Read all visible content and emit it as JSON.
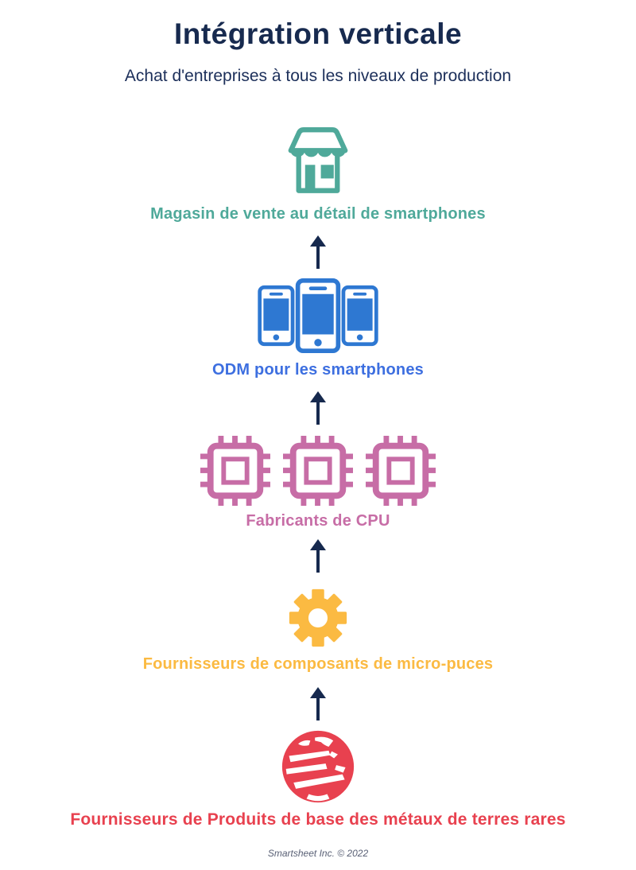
{
  "title": {
    "text": "Intégration verticale",
    "color": "#172A4F"
  },
  "subtitle": {
    "text": "Achat d'entreprises à tous les niveaux de production",
    "color": "#1C2F5A"
  },
  "arrow": {
    "direction": "up",
    "color": "#16294E"
  },
  "levels": [
    {
      "name": "retail-store",
      "icon": "storefront-icon",
      "label": "Magasin de vente au détail de smartphones",
      "label_color": "#4FA99A",
      "icon_color": "#4FA99A"
    },
    {
      "name": "odm",
      "icon": "smartphones-icon",
      "label": "ODM pour les smartphones",
      "label_color": "#3D6FE0",
      "icon_color": "#2E78D2"
    },
    {
      "name": "cpu-manufacturers",
      "icon": "cpu-chip-icon",
      "label": "Fabricants de CPU",
      "label_color": "#C76DA6",
      "icon_color": "#C76DA6"
    },
    {
      "name": "microchip-components",
      "icon": "gear-icon",
      "label": "Fournisseurs de composants de micro-puces",
      "label_color": "#FBBA42",
      "icon_color": "#FBBA42"
    },
    {
      "name": "rare-earth-metals",
      "icon": "globe-icon",
      "label": "Fournisseurs de Produits de base des métaux de terres rares",
      "label_color": "#E8414F",
      "icon_color": "#E8414F"
    }
  ],
  "footer": {
    "text": "Smartsheet Inc. © 2022",
    "color": "#596075"
  }
}
